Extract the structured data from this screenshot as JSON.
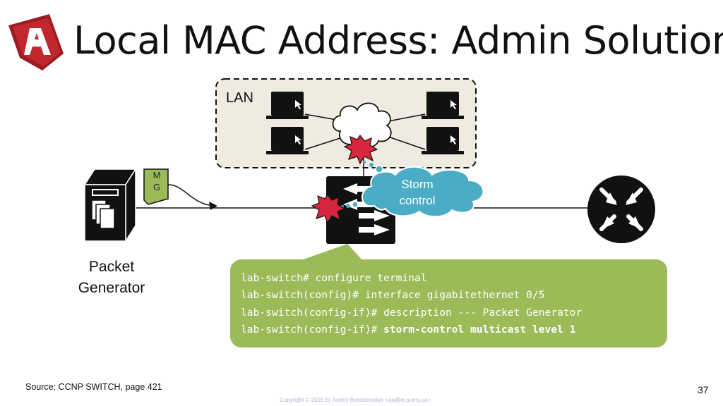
{
  "slide": {
    "title": "Local MAC Address: Admin Solution",
    "page_number": "37",
    "source": "Source: CCNP SWITCH, page 421",
    "copyright": "Copyright © 2016 by Andriy Berestovskyy <aa@ie.sumy.ua>"
  },
  "diagram": {
    "lan_label": "LAN",
    "storm_control": {
      "line1": "Storm",
      "line2": "control"
    },
    "mg_tag": {
      "line1": "M",
      "line2": "G"
    },
    "packet_generator": {
      "line1": "Packet",
      "line2": "Generator"
    }
  },
  "code": {
    "lines": [
      {
        "prompt": "lab-switch# ",
        "command": "configure terminal"
      },
      {
        "prompt": "lab-switch(config)# ",
        "command": "interface gigabitethernet 0/5"
      },
      {
        "prompt": "lab-switch(config-if)# ",
        "command": "description --- Packet Generator"
      },
      {
        "prompt": "lab-switch(config-if)# ",
        "command_bold": "storm-control multicast level 1"
      }
    ]
  },
  "colors": {
    "code_box": "#9bbb59",
    "storm_cloud": "#4bacc6",
    "lan_area": "#eeece1",
    "burst": "#d7263d",
    "logo": "#c0282d"
  }
}
